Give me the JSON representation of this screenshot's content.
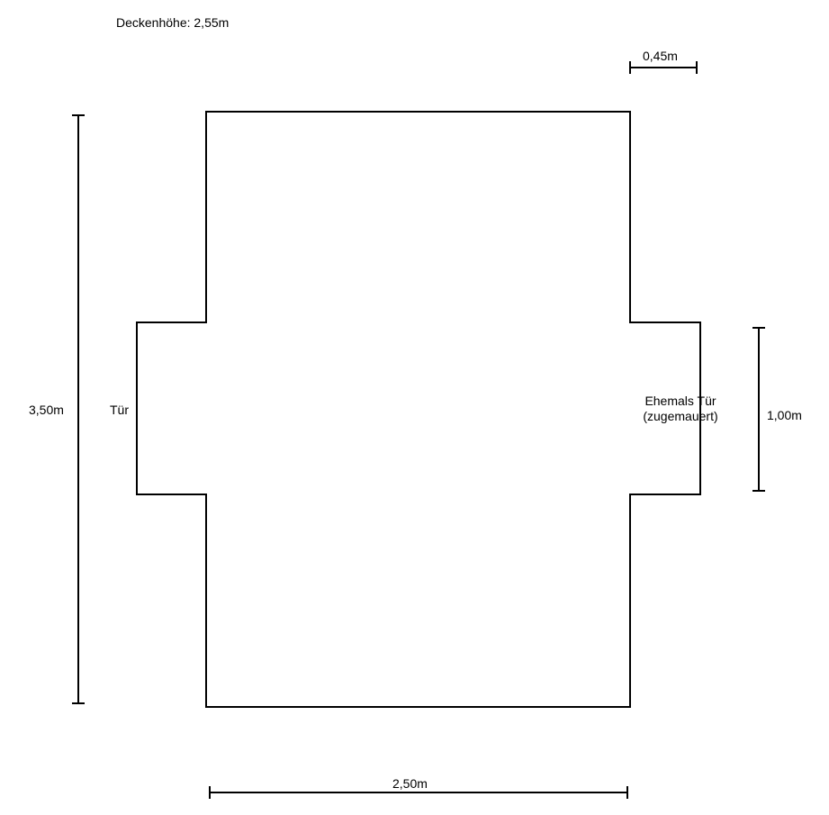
{
  "ceiling_height_label": "Deckenhöhe: 2,55m",
  "dimensions": {
    "total_height": "3,50m",
    "total_width": "2,50m",
    "alcove_depth": "0,45m",
    "alcove_height": "1,00m"
  },
  "openings": {
    "left_door": "Tür",
    "right_former_door_line1": "Ehemals Tür",
    "right_former_door_line2": "(zugemauert)"
  },
  "colors": {
    "lines": "#000000",
    "background": "#ffffff"
  }
}
